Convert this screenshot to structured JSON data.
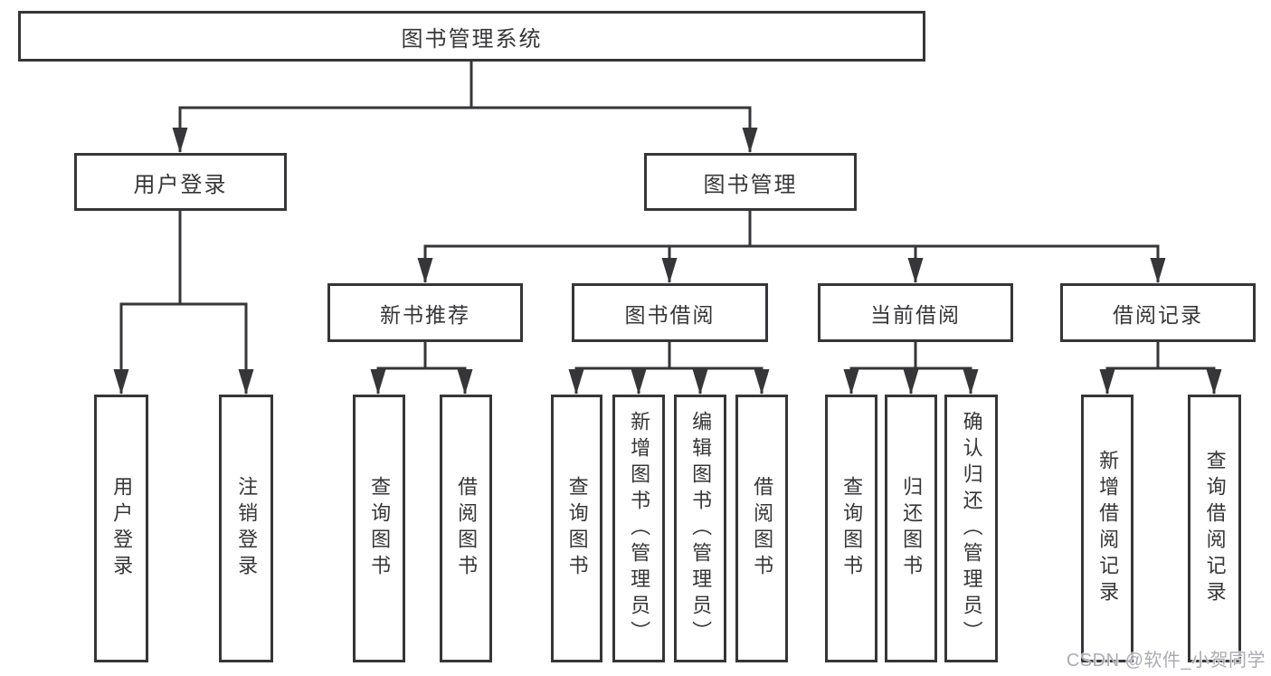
{
  "diagram": {
    "watermark": "CSDN @软件_小贺同学",
    "colors": {
      "line": "#363638",
      "text": "#363638",
      "box_background": "#ffffff",
      "page_background": "#ffffff",
      "watermark_color": "#aaabb3"
    },
    "tree": {
      "root": {
        "label": "图书管理系统"
      },
      "branches": [
        {
          "label": "用户登录",
          "leaves": [
            {
              "label": "用户登录"
            },
            {
              "label": "注销登录"
            }
          ]
        },
        {
          "label": "图书管理",
          "groups": [
            {
              "label": "新书推荐",
              "leaves": [
                {
                  "label": "查询图书"
                },
                {
                  "label": "借阅图书"
                }
              ]
            },
            {
              "label": "图书借阅",
              "leaves": [
                {
                  "label": "查询图书"
                },
                {
                  "label": "新增图书（管理员）"
                },
                {
                  "label": "编辑图书（管理员）"
                },
                {
                  "label": "借阅图书"
                }
              ]
            },
            {
              "label": "当前借阅",
              "leaves": [
                {
                  "label": "查询图书"
                },
                {
                  "label": "归还图书"
                },
                {
                  "label": "确认归还（管理员）"
                }
              ]
            },
            {
              "label": "借阅记录",
              "leaves": [
                {
                  "label": "新增借阅记录"
                },
                {
                  "label": "查询借阅记录"
                }
              ]
            }
          ]
        }
      ]
    }
  }
}
